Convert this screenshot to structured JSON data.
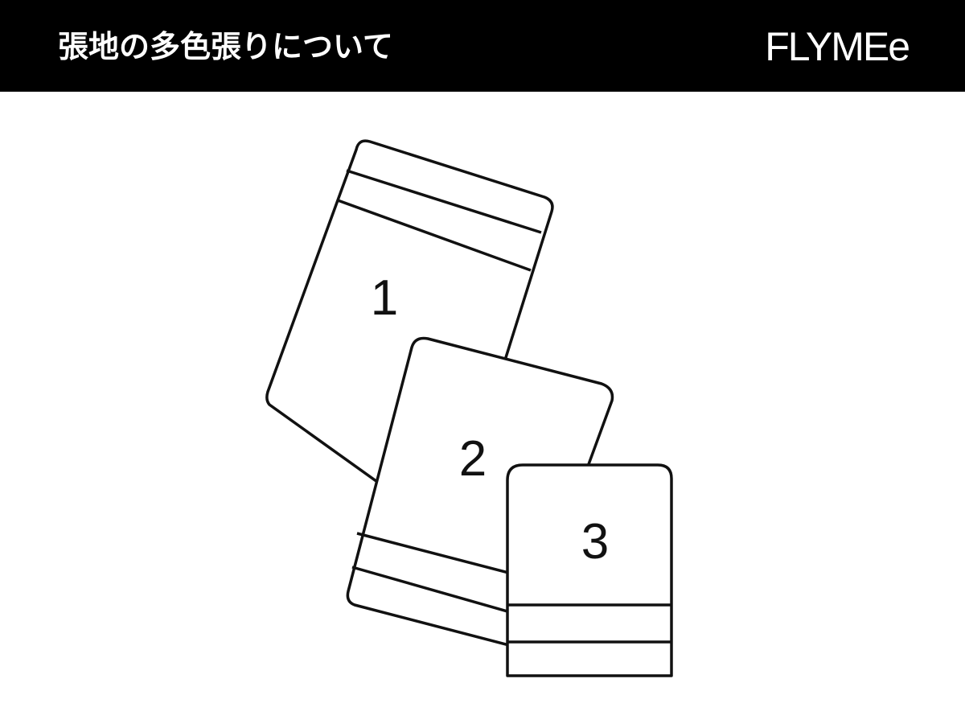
{
  "header": {
    "title": "張地の多色張りについて",
    "brand": "FLYMEe"
  },
  "diagram": {
    "panels": [
      {
        "number": "1"
      },
      {
        "number": "2"
      },
      {
        "number": "3"
      }
    ]
  }
}
